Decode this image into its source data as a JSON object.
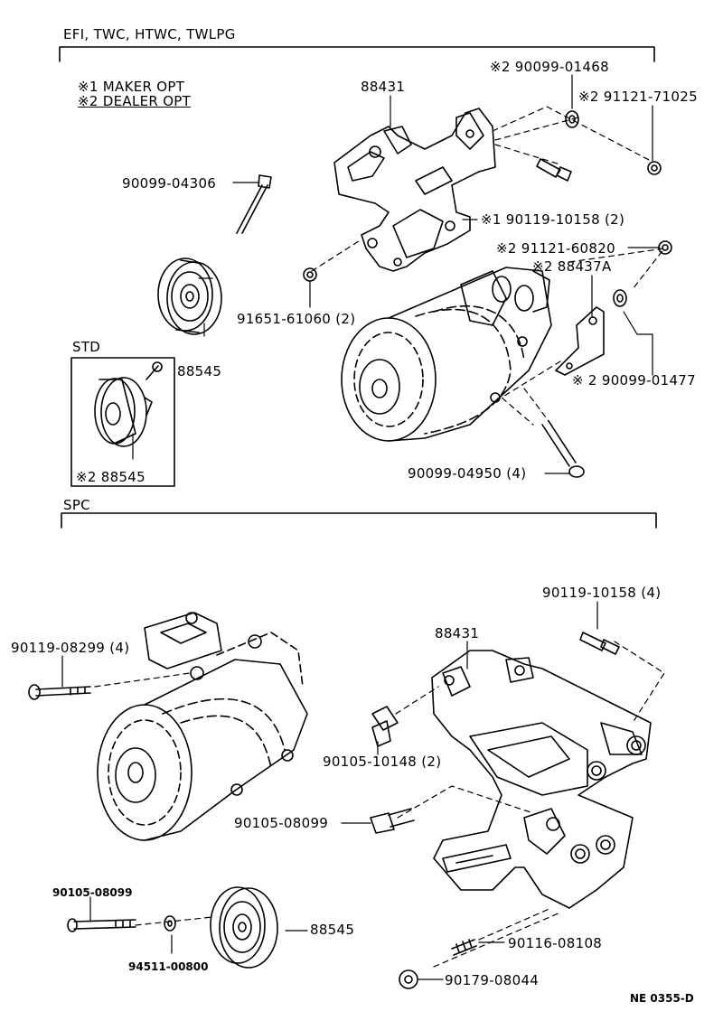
{
  "sections": {
    "top_header": "EFI, TWC, HTWC, TWLPG",
    "bottom_header": "SPC"
  },
  "notes": {
    "maker_opt": "※1 MAKER OPT",
    "dealer_opt": "※2 DEALER OPT"
  },
  "top_parts": {
    "bracket": "88431",
    "mark2_bolt": "※2 90099-01468",
    "mark2_nut": "※2 91121-71025",
    "stud_bolt": "90099-04306",
    "mark1_bolt": "※1 90119-10158 (2)",
    "mark2_bolt_b": "※2 91121-60820",
    "mark2_stay": "※2 88437A",
    "bolt_91651": "91651-61060 (2)",
    "pulley": "88545",
    "mark2_washer": "※ 2 90099-01477",
    "bolt_04950": "90099-04950 (4)"
  },
  "std_box": {
    "title": "STD",
    "label": "※2 88545"
  },
  "bottom_parts": {
    "bolt_10158": "90119-10158 (4)",
    "bracket": "88431",
    "bolt_08299": "90119-08299 (4)",
    "bolt_10148": "90105-10148 (2)",
    "bolt_08099": "90105-08099",
    "bolt_08099_small": "90105-08099",
    "washer_00800": "94511-00800",
    "pulley": "88545",
    "stud_08108": "90116-08108",
    "nut_08044": "90179-08044"
  },
  "figure_code": "NE 0355-D"
}
